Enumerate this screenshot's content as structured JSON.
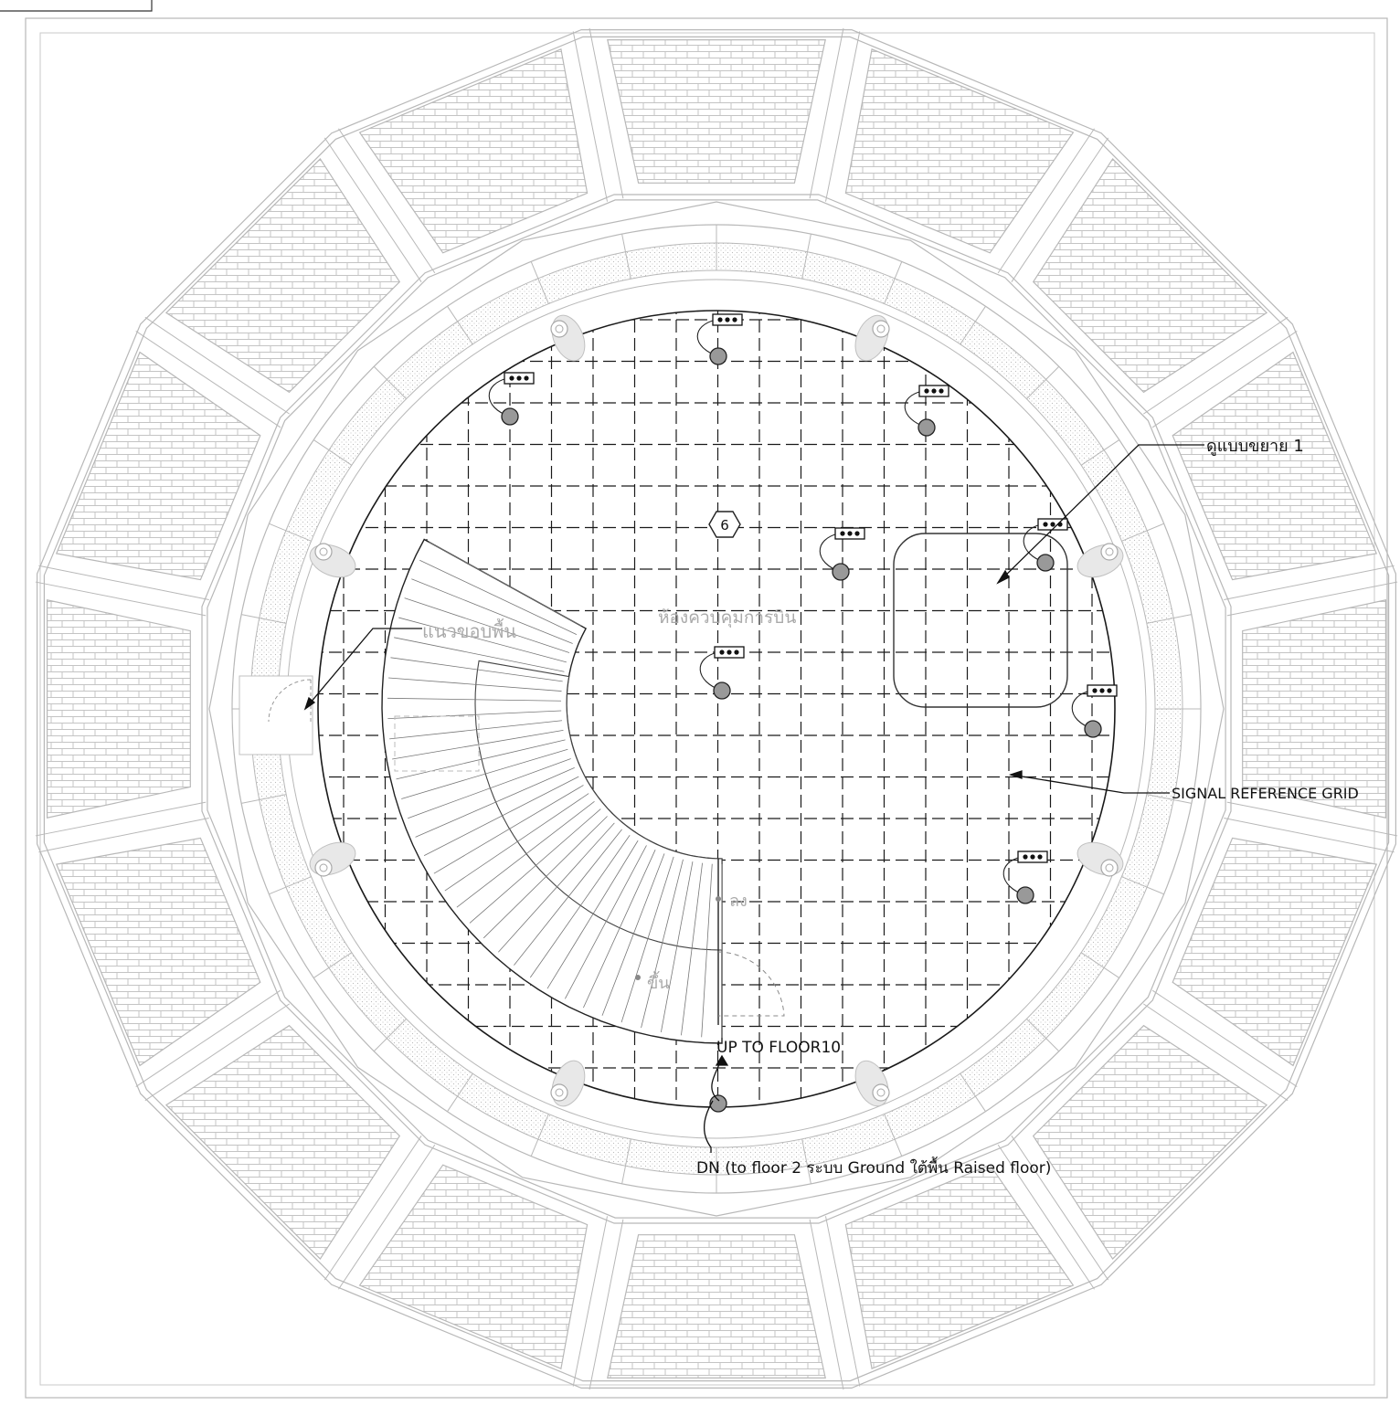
{
  "labels": {
    "room_name": "ห้องควบคุมการบิน",
    "floor_edge": "แนวขอบพื้น",
    "detail_ref": "ดูแบบขยาย 1",
    "signal_grid": "SIGNAL REFERENCE GRID",
    "up_to_floor": "UP TO FLOOR10",
    "down_note": "DN (to floor 2 ระบบ Ground ใต้พื้น Raised floor)",
    "stair_down": "ลง",
    "stair_up": "ขึ้น",
    "hex_tag": "6"
  },
  "colors": {
    "line_dark": "#1a1a1a",
    "line_light": "#b8b8b8",
    "outlet_fill": "#999999"
  }
}
